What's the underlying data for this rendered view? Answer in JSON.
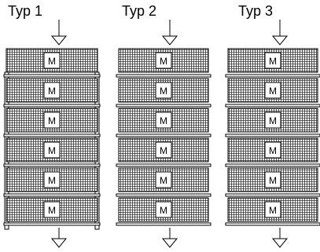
{
  "title": "",
  "types": [
    {
      "label": "Typ 1",
      "frame": "open-side-frame",
      "modules": [
        "M",
        "M",
        "M",
        "M",
        "M",
        "M"
      ]
    },
    {
      "label": "Typ 2",
      "frame": "stacked",
      "modules": [
        "M",
        "M",
        "M",
        "M",
        "M",
        "M"
      ]
    },
    {
      "label": "Typ 3",
      "frame": "stacked-shelves",
      "modules": [
        "M",
        "M",
        "M",
        "M",
        "M",
        "M"
      ]
    }
  ],
  "colors": {
    "line": "#000000",
    "grid": "#333333",
    "background": "#ffffff"
  }
}
